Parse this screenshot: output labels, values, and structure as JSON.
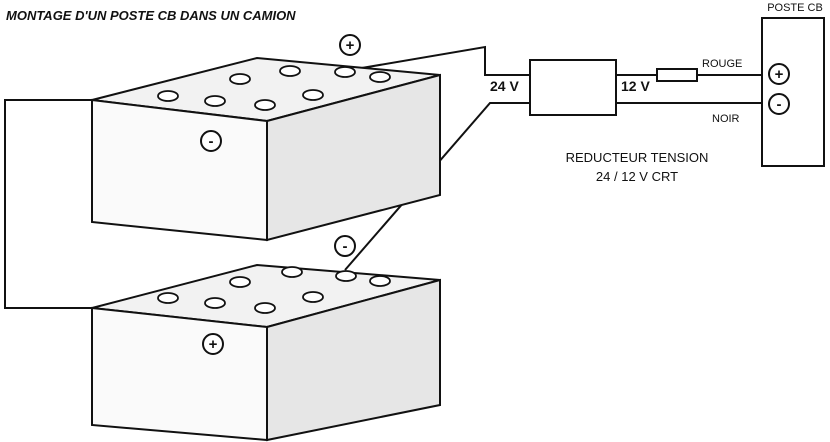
{
  "title": "MONTAGE D'UN POSTE CB DANS UN CAMION",
  "cb_box": {
    "label": "POSTE CB",
    "plus": "+",
    "minus": "-"
  },
  "converter": {
    "input_label": "24 V",
    "output_label": "12 V",
    "caption_line1": "REDUCTEUR TENSION",
    "caption_line2": "24 / 12 V CRT"
  },
  "wires": {
    "red": "ROUGE",
    "black": "NOIR"
  },
  "battery_top": {
    "plus": "+",
    "minus": "-"
  },
  "battery_bottom": {
    "plus": "+",
    "minus": "-"
  }
}
